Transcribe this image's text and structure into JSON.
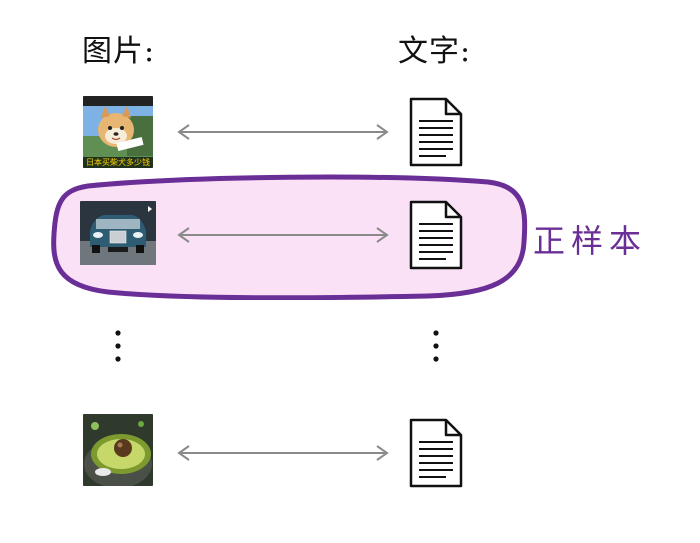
{
  "headers": {
    "image_label": "图片:",
    "text_label": "文字:"
  },
  "positive_label": "正样本",
  "rows": [
    {
      "image": "shiba-dog-photo",
      "caption": "日本买柴犬多少钱",
      "doc": "text-document-icon"
    },
    {
      "image": "car-front-photo",
      "doc": "text-document-icon"
    },
    {
      "image": "avocado-dish-photo",
      "doc": "text-document-icon"
    }
  ],
  "colors": {
    "highlight_fill": "#fbe1f6",
    "highlight_stroke": "#6a2e97",
    "arrow": "#8a8a8a"
  }
}
